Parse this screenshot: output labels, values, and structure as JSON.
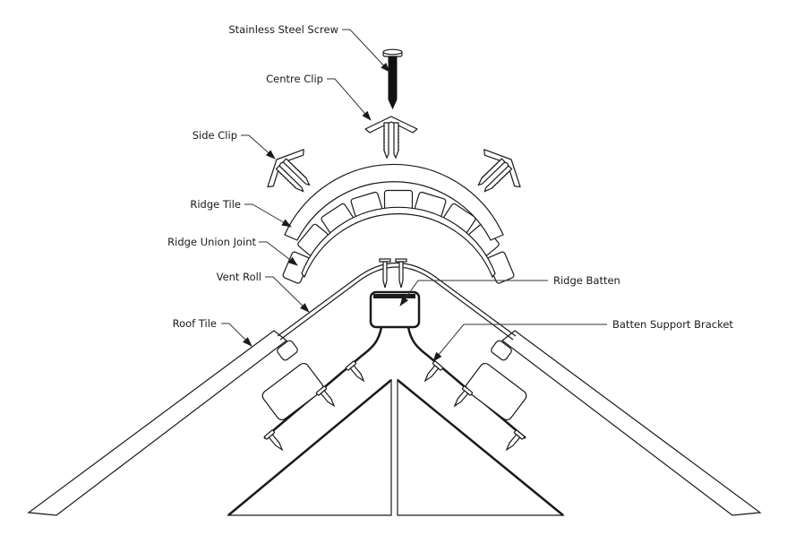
{
  "labels": {
    "stainless_steel_screw": "Stainless Steel Screw",
    "centre_clip": "Centre Clip",
    "side_clip": "Side Clip",
    "ridge_tile": "Ridge Tile",
    "ridge_union_joint": "Ridge Union Joint",
    "vent_roll": "Vent Roll",
    "roof_tile": "Roof Tile",
    "ridge_batten": "Ridge Batten",
    "batten_support_bracket": "Batten Support Bracket"
  },
  "colors": {
    "line": "#1a1a1a",
    "leader": "#333333",
    "background": "#ffffff",
    "screw_fill": "#111111"
  }
}
